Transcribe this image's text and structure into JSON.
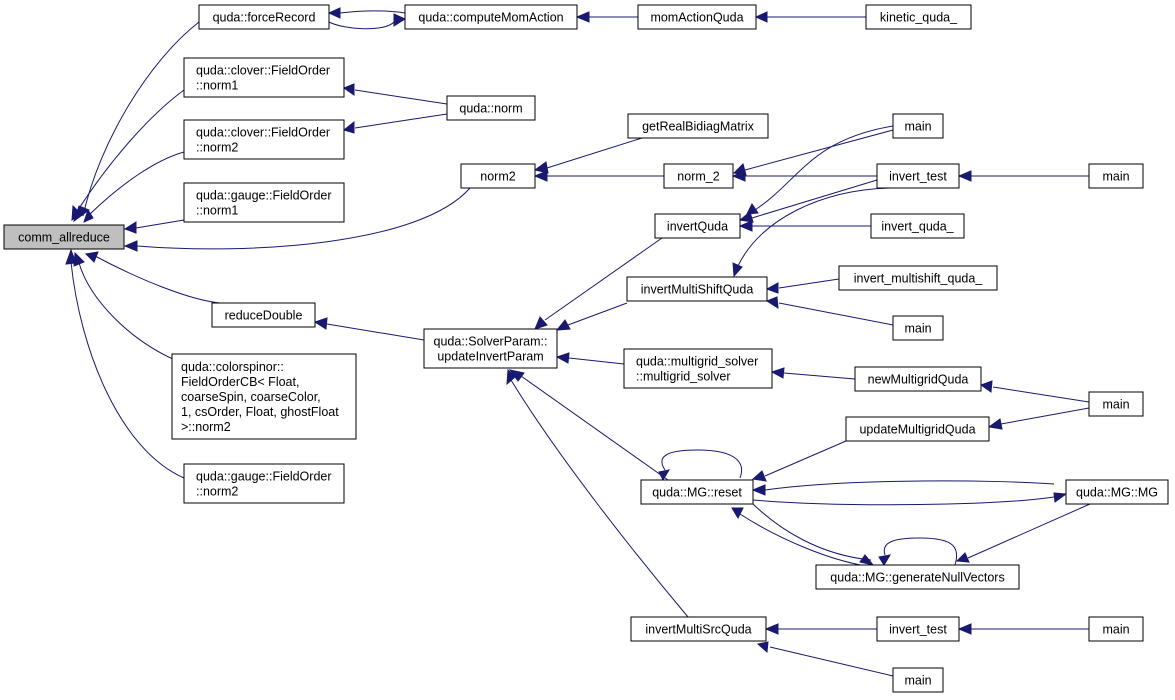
{
  "graph": {
    "nodes": {
      "n_comm": {
        "lines": [
          "comm_allreduce"
        ],
        "focus": true
      },
      "n_forceRecord": {
        "lines": [
          "quda::forceRecord"
        ]
      },
      "n_computeMom": {
        "lines": [
          "quda::computeMomAction"
        ]
      },
      "n_momAction": {
        "lines": [
          "momActionQuda"
        ]
      },
      "n_kinetic": {
        "lines": [
          "kinetic_quda_"
        ]
      },
      "n_clover_norm1": {
        "lines": [
          "quda::clover::FieldOrder",
          "::norm1"
        ]
      },
      "n_clover_norm2": {
        "lines": [
          "quda::clover::FieldOrder",
          "::norm2"
        ]
      },
      "n_quda_norm": {
        "lines": [
          "quda::norm"
        ]
      },
      "n_gauge_norm1": {
        "lines": [
          "quda::gauge::FieldOrder",
          "::norm1"
        ]
      },
      "n_norm2": {
        "lines": [
          "norm2"
        ]
      },
      "n_getReal": {
        "lines": [
          "getRealBidiagMatrix"
        ]
      },
      "n_norm_2": {
        "lines": [
          "norm_2"
        ]
      },
      "n_main_a": {
        "lines": [
          "main"
        ]
      },
      "n_invert_test_a": {
        "lines": [
          "invert_test"
        ]
      },
      "n_main_b": {
        "lines": [
          "main"
        ]
      },
      "n_invertQuda": {
        "lines": [
          "invertQuda"
        ]
      },
      "n_invert_quda_": {
        "lines": [
          "invert_quda_"
        ]
      },
      "n_invertMultiShift": {
        "lines": [
          "invertMultiShiftQuda"
        ]
      },
      "n_invert_multishift": {
        "lines": [
          "invert_multishift_quda_"
        ]
      },
      "n_main_c": {
        "lines": [
          "main"
        ]
      },
      "n_reduceDouble": {
        "lines": [
          "reduceDouble"
        ]
      },
      "n_solverParam": {
        "lines": [
          "quda::SolverParam::",
          "updateInvertParam"
        ]
      },
      "n_multigrid_solver": {
        "lines": [
          "quda::multigrid_solver",
          "::multigrid_solver"
        ]
      },
      "n_newMultigrid": {
        "lines": [
          "newMultigridQuda"
        ]
      },
      "n_main_d": {
        "lines": [
          "main"
        ]
      },
      "n_updateMultigrid": {
        "lines": [
          "updateMultigridQuda"
        ]
      },
      "n_colorspinor": {
        "lines": [
          "quda::colorspinor::",
          "FieldOrderCB< Float,",
          "coarseSpin, coarseColor,",
          "1, csOrder, Float, ghostFloat",
          "  >::norm2"
        ]
      },
      "n_mg_reset": {
        "lines": [
          "quda::MG::reset"
        ]
      },
      "n_mg_mg": {
        "lines": [
          "quda::MG::MG"
        ]
      },
      "n_gauge_norm2": {
        "lines": [
          "quda::gauge::FieldOrder",
          "::norm2"
        ]
      },
      "n_generateNull": {
        "lines": [
          "quda::MG::generateNullVectors"
        ]
      },
      "n_invertMultiSrc": {
        "lines": [
          "invertMultiSrcQuda"
        ]
      },
      "n_invert_test_b": {
        "lines": [
          "invert_test"
        ]
      },
      "n_main_e": {
        "lines": [
          "main"
        ]
      },
      "n_main_f": {
        "lines": [
          "main"
        ]
      }
    }
  }
}
